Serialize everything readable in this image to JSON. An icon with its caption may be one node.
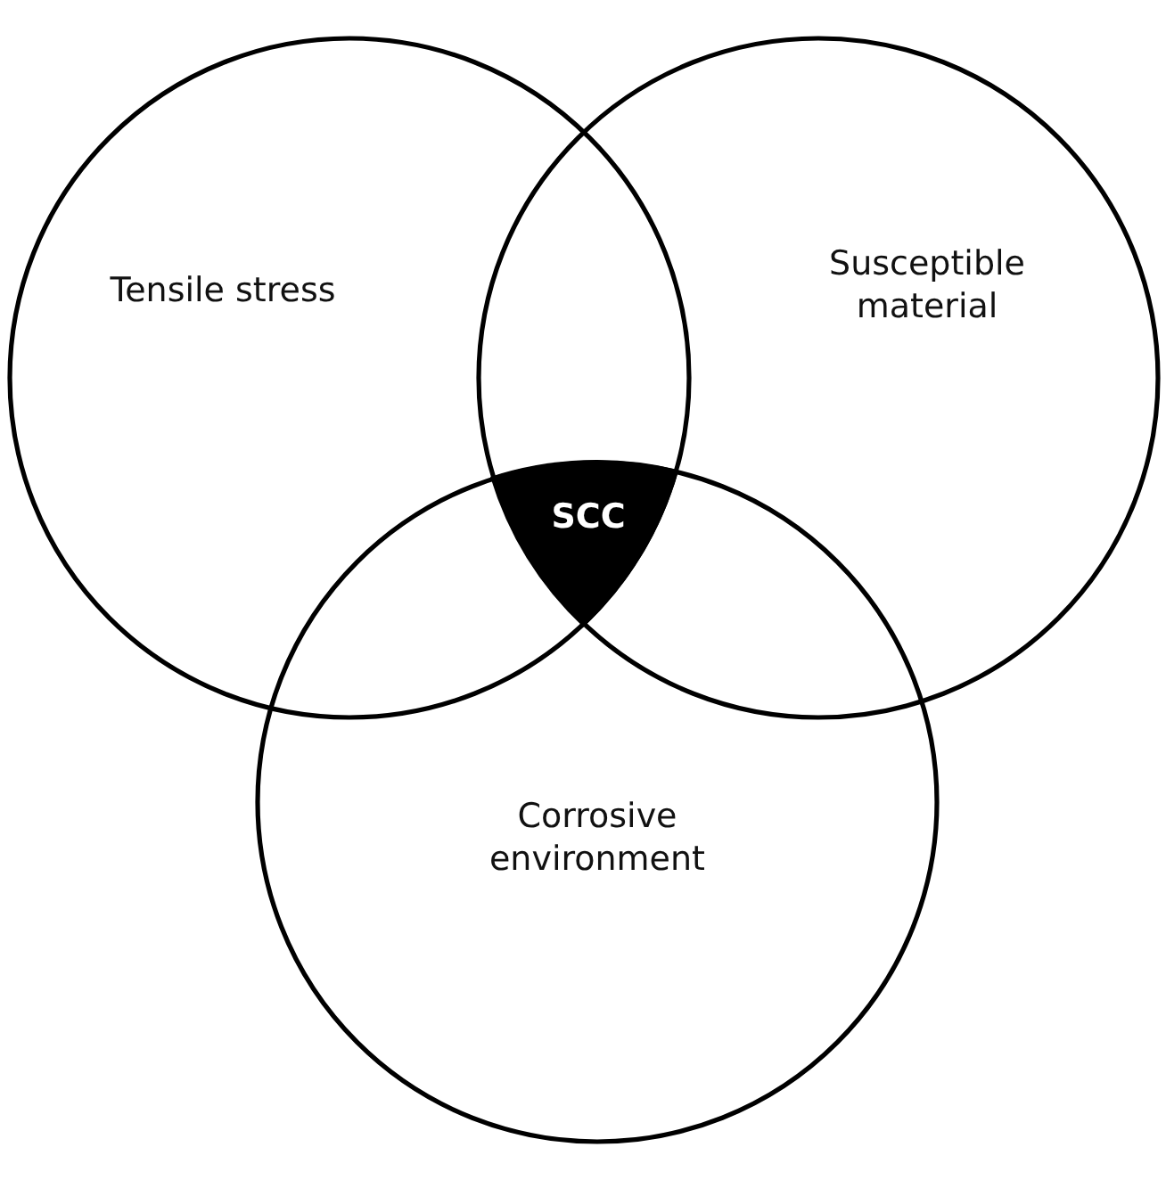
{
  "diagram": {
    "nodes": [
      {
        "text": [
          "Tensile stress"
        ]
      },
      {
        "text": [
          "Susceptible material"
        ]
      },
      {
        "text": [
          "Corrosive environment"
        ]
      },
      {
        "text": [
          "SCC"
        ]
      }
    ],
    "edges": []
  }
}
